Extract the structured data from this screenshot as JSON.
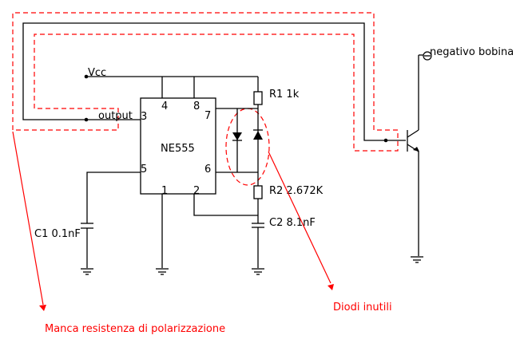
{
  "diagram": {
    "type": "circuit-schematic",
    "ic": {
      "name": "NE555",
      "pins": [
        "4",
        "8",
        "3",
        "7",
        "5",
        "6",
        "1",
        "2"
      ]
    },
    "labels": {
      "vcc": "Vcc",
      "output": "output",
      "r1": "R1  1k",
      "r2": "R2  2.672K",
      "c1": "C1 0.1nF",
      "c2": "C2 8.1nF",
      "coil": "negativo bobina"
    },
    "annotations": {
      "missing_resistor": "Manca resistenza di polarizzazione",
      "useless_diodes": "Diodi inutili"
    },
    "colors": {
      "wire": "#000000",
      "annotation": "#ff0000"
    }
  }
}
